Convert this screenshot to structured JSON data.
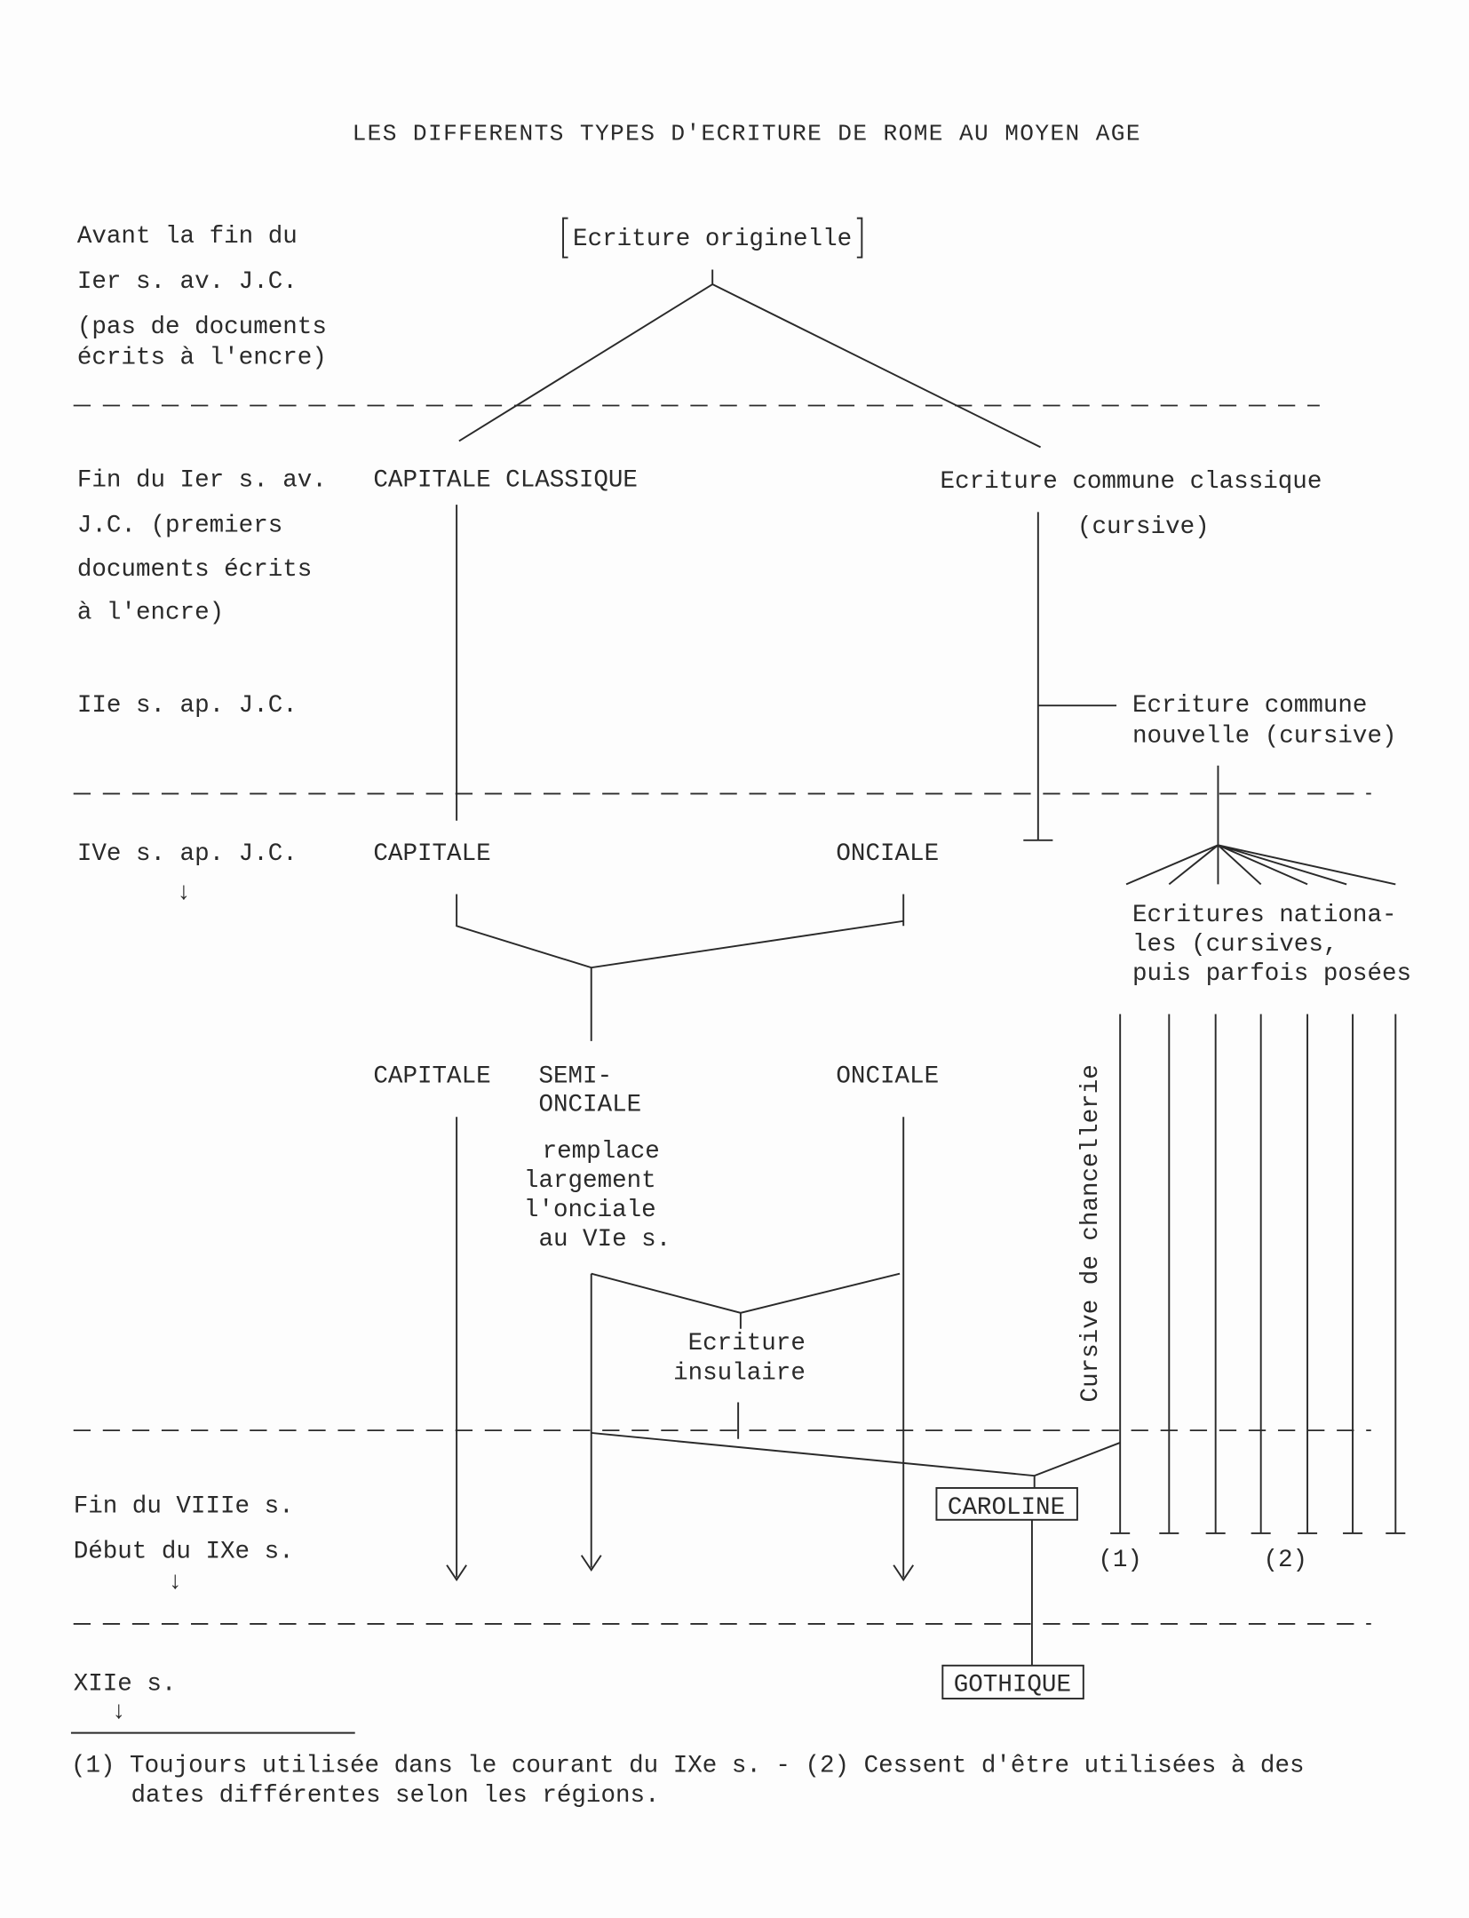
{
  "title": "LES DIFFERENTS TYPES D'ECRITURE DE ROME AU MOYEN AGE",
  "periods": {
    "p1": [
      "Avant la fin du",
      "Ier s. av. J.C.",
      "(pas de documents",
      "écrits à l'encre)"
    ],
    "p2": [
      "Fin du Ier s. av.",
      "J.C. (premiers",
      "documents écrits",
      "à l'encre)"
    ],
    "p3": "IIe s. ap. J.C.",
    "p4": "IVe s. ap. J.C.",
    "p5": [
      "Fin du VIIIe s.",
      "Début du IXe s."
    ],
    "p6": "XIIe s.",
    "arrow": "↓"
  },
  "nodes": {
    "origin": "Ecriture originelle",
    "capitale_classique": "CAPITALE CLASSIQUE",
    "commune_classique": [
      "Ecriture commune classique",
      "(cursive)"
    ],
    "commune_nouvelle": [
      "Ecriture commune",
      "nouvelle (cursive)"
    ],
    "capitale": "CAPITALE",
    "onciale": "ONCIALE",
    "nationales": [
      "Ecritures nationa-",
      "les (cursives,",
      "puis parfois posées"
    ],
    "semi_onciale": [
      "SEMI-",
      "ONCIALE"
    ],
    "semi_note": [
      "remplace",
      "largement",
      "l'onciale",
      "au VIe s."
    ],
    "insulaire": [
      "Ecriture",
      "insulaire"
    ],
    "chancellerie": "Cursive de chancellerie",
    "caroline": "CAROLINE",
    "gothique": "GOTHIQUE",
    "mark1": "(1)",
    "mark2": "(2)"
  },
  "footnote": [
    "(1) Toujours utilisée dans le courant du IXe s. - (2) Cessent d'être utilisées à des",
    "dates différentes selon les régions."
  ]
}
